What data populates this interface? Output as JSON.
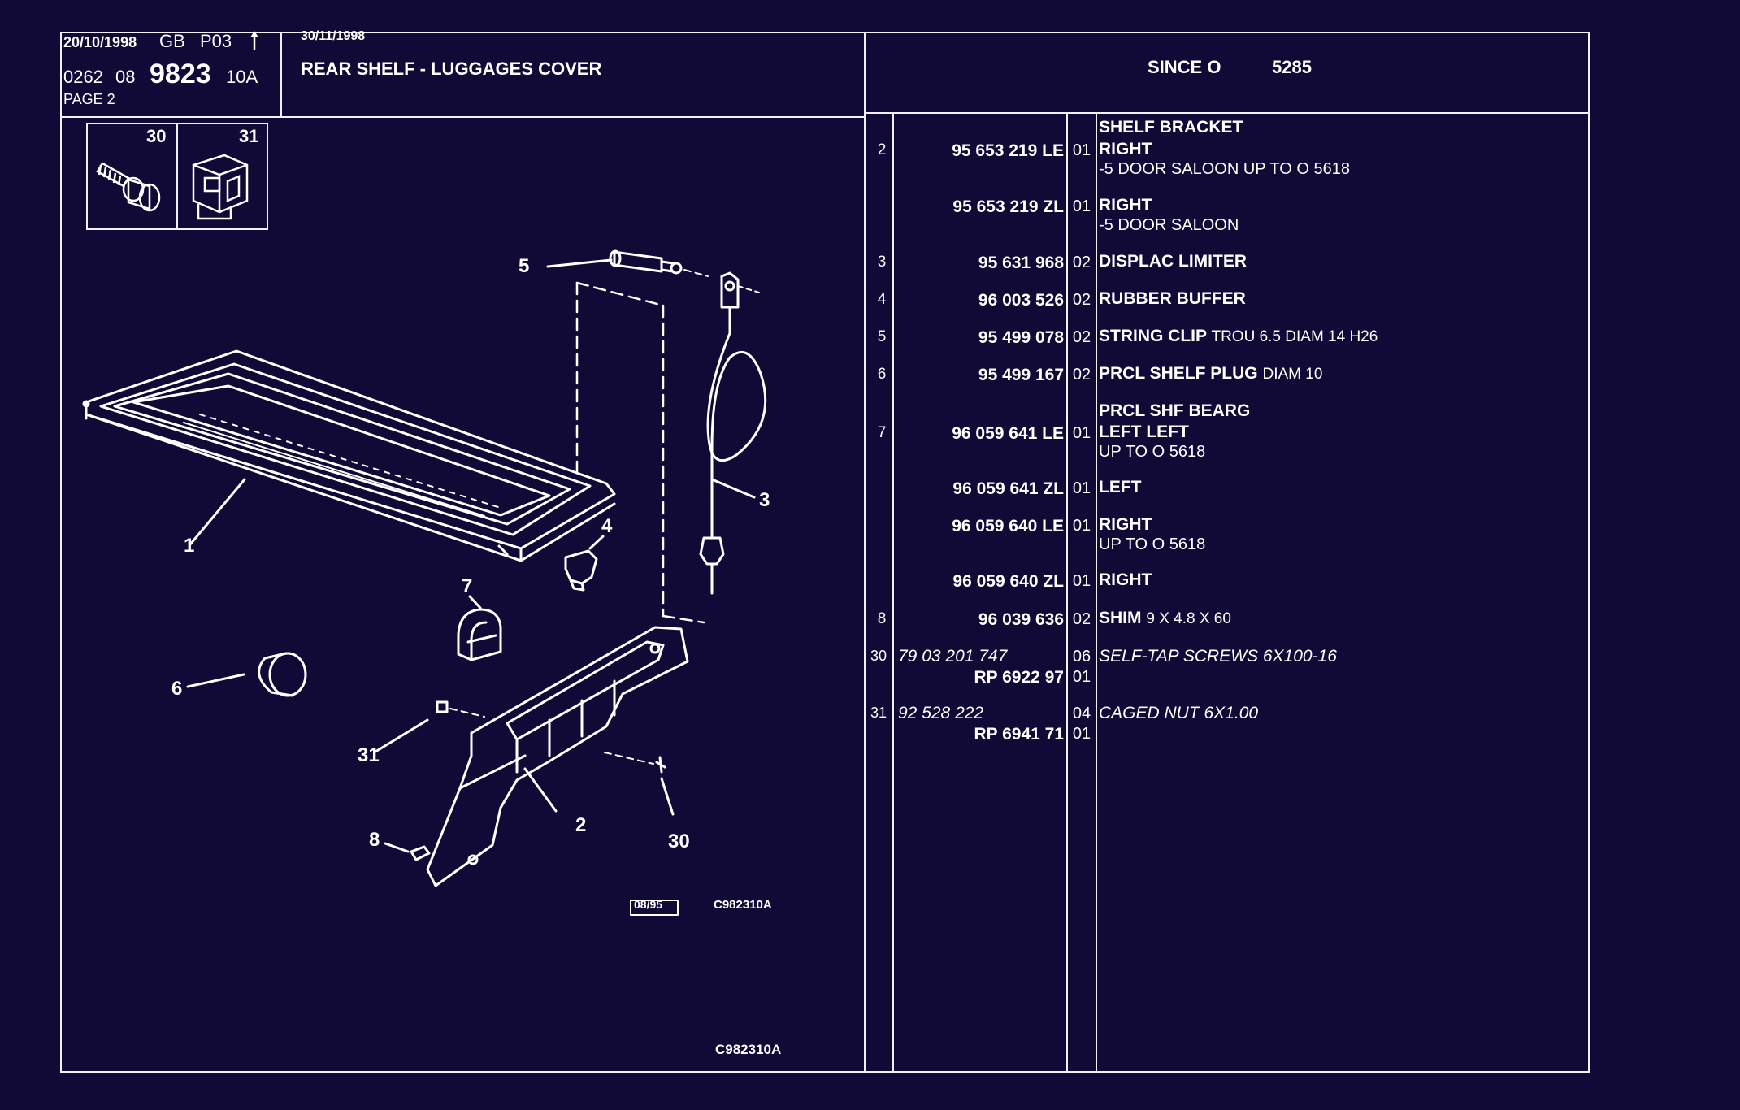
{
  "header": {
    "date1": "20/10/1998",
    "region": "GB",
    "code": "P03",
    "ref_prefix": "0262",
    "ref_mid": "08",
    "ref_main": "9823",
    "ref_suffix": "10A",
    "page": "PAGE  2",
    "date2": "30/11/1998",
    "title": "REAR SHELF - LUGGAGES COVER",
    "since": "SINCE O",
    "since_no": "5285"
  },
  "thumbnails": [
    {
      "number": "30",
      "icon": "screw-icon"
    },
    {
      "number": "31",
      "icon": "caged-nut-icon"
    }
  ],
  "diagram": {
    "callouts": [
      "1",
      "2",
      "3",
      "4",
      "5",
      "6",
      "7",
      "8",
      "30",
      "31"
    ],
    "stamp_box": "08/95",
    "stamp_code": "C982310A",
    "footer_code": "C982310A"
  },
  "parts": [
    {
      "item": "",
      "ref": "",
      "qty": "",
      "desc": "SHELF BRACKET",
      "sub": []
    },
    {
      "item": "2",
      "ref": "95 653 219 LE",
      "qty": "01",
      "desc": "RIGHT",
      "sub": [
        "-5 DOOR SALOON UP  TO  O  5618"
      ]
    },
    {
      "item": "",
      "ref": "95 653 219 ZL",
      "qty": "01",
      "desc": "RIGHT",
      "sub": [
        "-5 DOOR SALOON"
      ]
    },
    {
      "item": "3",
      "ref": "95 631 968",
      "qty": "02",
      "desc": "DISPLAC LIMITER",
      "sub": []
    },
    {
      "item": "4",
      "ref": "96 003 526",
      "qty": "02",
      "desc": "RUBBER BUFFER",
      "sub": []
    },
    {
      "item": "5",
      "ref": "95 499 078",
      "qty": "02",
      "desc": "STRING CLIP",
      "extra": "TROU 6.5 DIAM 14 H26",
      "sub": []
    },
    {
      "item": "6",
      "ref": "95 499 167",
      "qty": "02",
      "desc": "PRCL SHELF PLUG",
      "extra": "DIAM 10",
      "sub": []
    },
    {
      "item": "",
      "ref": "",
      "qty": "",
      "desc": "PRCL SHF BEARG",
      "sub": []
    },
    {
      "item": "7",
      "ref": "96 059 641 LE",
      "qty": "01",
      "desc": "LEFT LEFT",
      "sub": [
        "UP  TO  O  5618"
      ]
    },
    {
      "item": "",
      "ref": "96 059 641 ZL",
      "qty": "01",
      "desc": "LEFT",
      "sub": []
    },
    {
      "item": "",
      "ref": "96 059 640 LE",
      "qty": "01",
      "desc": "RIGHT",
      "sub": [
        "UP  TO  O  5618"
      ]
    },
    {
      "item": "",
      "ref": "96 059 640 ZL",
      "qty": "01",
      "desc": "RIGHT",
      "sub": []
    },
    {
      "item": "8",
      "ref": "96 039 636",
      "qty": "02",
      "desc": "SHIM",
      "extra": "9  X  4.8  X  60",
      "sub": []
    },
    {
      "item": "30",
      "ref": "79 03 201 747",
      "ref2": "RP  6922 97",
      "qty": "06",
      "qty2": "01",
      "desc": "SELF-TAP SCREWS 6X100-16",
      "sub": []
    },
    {
      "item": "31",
      "ref": "92 528 222",
      "ref2": "RP  6941 71",
      "qty": "04",
      "qty2": "01",
      "desc": "CAGED NUT 6X1.00",
      "sub": []
    }
  ]
}
